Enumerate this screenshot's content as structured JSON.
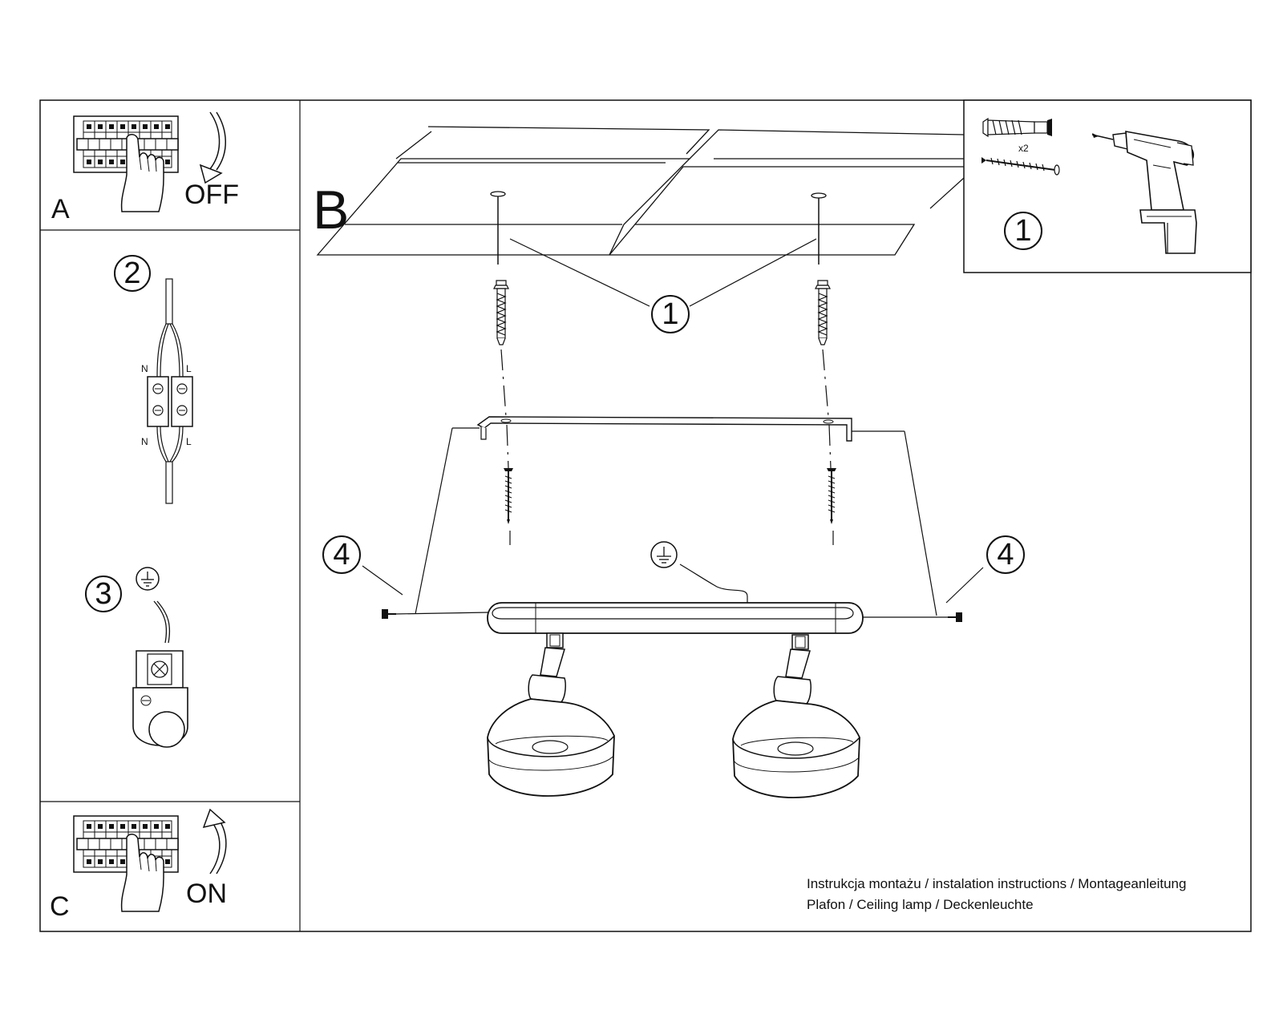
{
  "panel_a": {
    "letter": "A",
    "state": "OFF"
  },
  "panel_c": {
    "letter": "C",
    "state": "ON"
  },
  "step_2": {
    "number": "2",
    "top_left": "N",
    "top_right": "L",
    "bottom_left": "N",
    "bottom_right": "L"
  },
  "step_3": {
    "number": "3"
  },
  "main": {
    "letter": "B",
    "callout_1": "1",
    "callout_4_left": "4",
    "callout_4_right": "4"
  },
  "tools": {
    "number": "1",
    "multiplier": "x2"
  },
  "caption": {
    "line1": "Instrukcja montażu / instalation instructions / Montageanleitung",
    "line2": "Plafon / Ceiling lamp / Deckenleuchte"
  },
  "icons": [
    "breaker-panel-icon",
    "hand-icon",
    "rotate-arrow-icon",
    "wire-terminal-icon",
    "ground-symbol-icon",
    "wall-plug-icon",
    "screw-icon",
    "drill-icon",
    "mounting-bracket-icon",
    "ceiling-lamp-icon"
  ]
}
